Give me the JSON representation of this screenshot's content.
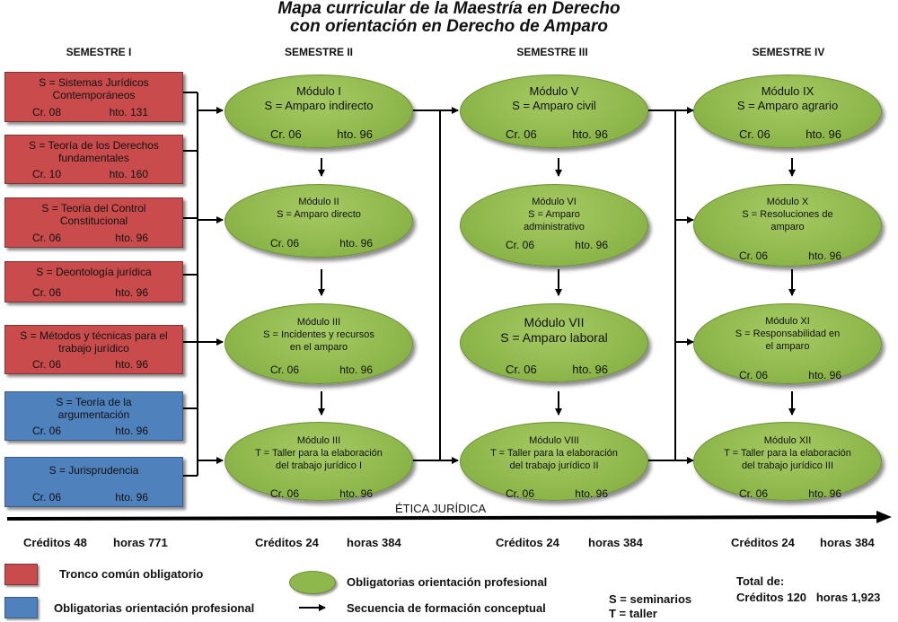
{
  "title": {
    "line1": "Mapa curricular de la Maestría en Derecho",
    "line2": "con orientación en Derecho de Amparo"
  },
  "semesters": [
    "SEMESTRE I",
    "SEMESTRE II",
    "SEMESTRE III",
    "SEMESTRE IV"
  ],
  "semester1": [
    {
      "text": "S  = Sistemas Jurídicos Contemporáneos",
      "cr": "Cr. 08",
      "hto": "hto. 131",
      "color": "#c94b4b"
    },
    {
      "text": "S  = Teoría de los Derechos fundamentales",
      "cr": "Cr. 10",
      "hto": "hto. 160",
      "color": "#c94b4b"
    },
    {
      "text": "S  = Teoría del Control Constitucional",
      "cr": "Cr. 06",
      "hto": "hto. 96",
      "color": "#c94b4b"
    },
    {
      "text": "S  = Deontología jurídica",
      "cr": "Cr. 06",
      "hto": "hto. 96",
      "color": "#c94b4b"
    },
    {
      "text": "S  = Métodos y técnicas para el trabajo jurídico",
      "cr": "Cr. 06",
      "hto": "hto. 96",
      "color": "#c94b4b"
    },
    {
      "text": "S  = Teoría de la argumentación",
      "cr": "Cr. 06",
      "hto": "hto. 96",
      "color": "#4f81bd"
    },
    {
      "text": "S  = Jurisprudencia",
      "cr": "Cr. 06",
      "hto": "hto. 96",
      "color": "#4f81bd"
    }
  ],
  "semester2": [
    {
      "title": "Módulo I",
      "text": "S = Amparo indirecto",
      "cr": "Cr. 06",
      "hto": "hto. 96",
      "size": "big"
    },
    {
      "title": "Módulo II",
      "text": "S = Amparo directo",
      "cr": "Cr. 06",
      "hto": "hto. 96",
      "size": "small"
    },
    {
      "title": "Módulo III",
      "text": "S = Incidentes y recursos en el amparo",
      "cr": "Cr. 06",
      "hto": "hto. 96",
      "size": "small"
    },
    {
      "title": "Módulo III",
      "text": "T = Taller para la elaboración del trabajo jurídico I",
      "cr": "Cr. 06",
      "hto": "hto. 96",
      "size": "small"
    }
  ],
  "semester3": [
    {
      "title": "Módulo V",
      "text": "S = Amparo civil",
      "cr": "Cr. 06",
      "hto": "hto. 96",
      "size": "big"
    },
    {
      "title": "Módulo VI",
      "text": "S = Amparo administrativo",
      "cr": "Cr. 06",
      "hto": "hto. 96",
      "size": "small"
    },
    {
      "title": "Módulo VII",
      "text": "S = Amparo laboral",
      "cr": "Cr. 06",
      "hto": "hto. 96",
      "size": "big"
    },
    {
      "title": "Módulo VIII",
      "text": "T = Taller para la elaboración del trabajo jurídico II",
      "cr": "Cr. 06",
      "hto": "hto. 96",
      "size": "small"
    }
  ],
  "semester4": [
    {
      "title": "Módulo IX",
      "text": "S = Amparo agrario",
      "cr": "Cr. 06",
      "hto": "hto. 96",
      "size": "big"
    },
    {
      "title": "Módulo X",
      "text": "S = Resoluciones de amparo",
      "cr": "Cr. 06",
      "hto": "hto. 96",
      "size": "small"
    },
    {
      "title": "Módulo XI",
      "text": "S = Responsabilidad en el amparo",
      "cr": "Cr. 06",
      "hto": "hto. 96",
      "size": "small"
    },
    {
      "title": "Módulo XII",
      "text": "T = Taller para la elaboración del trabajo jurídico III",
      "cr": "Cr. 06",
      "hto": "hto. 96",
      "size": "small"
    }
  ],
  "etica": "ÉTICA JURÍDICA",
  "credits": [
    {
      "creditos": "Créditos 48",
      "horas": "horas 771"
    },
    {
      "creditos": "Créditos 24",
      "horas": "horas 384"
    },
    {
      "creditos": "Créditos 24",
      "horas": "horas 384"
    },
    {
      "creditos": "Créditos 24",
      "horas": "horas 384"
    }
  ],
  "legend": {
    "red": "Tronco común  obligatorio",
    "blue": "Obligatorias  orientación profesional",
    "green": "Obligatorias orientación profesional",
    "arrow": "Secuencia de formación conceptual",
    "s": "S = seminarios",
    "t": "T = taller",
    "total_label": "Total de:",
    "total_values": "Créditos 120   horas 1,923"
  },
  "colors": {
    "red": "#c94b4b",
    "blue": "#4f81bd",
    "green": "#8fb84c"
  }
}
